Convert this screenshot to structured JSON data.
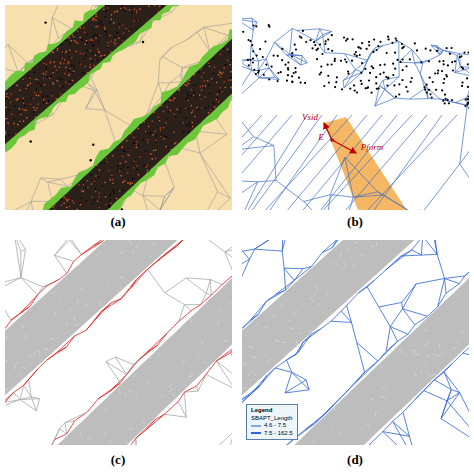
{
  "diagram": {
    "labels": [
      "(a)",
      "(b)",
      "(c)",
      "(d)",
      "Vsid",
      "E",
      "Pform",
      "Legend",
      "SBAPT_Length"
    ],
    "legend": [
      {
        "text": "4.6 - 7.5"
      },
      {
        "text": "7.5 - 162.5"
      }
    ]
  }
}
